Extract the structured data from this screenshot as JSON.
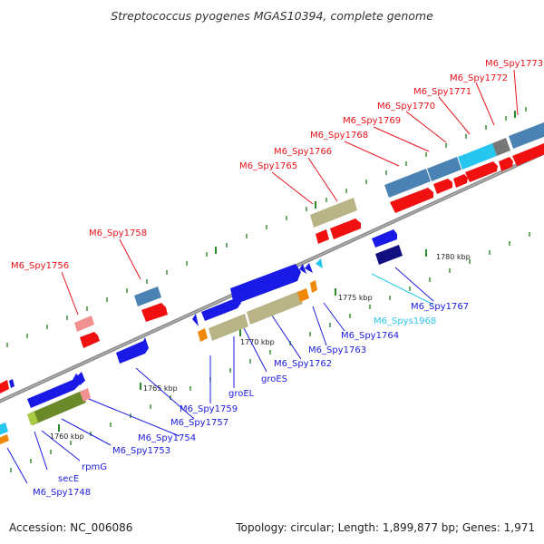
{
  "title": "Streptococcus pyogenes MGAS10394, complete genome",
  "accession": "Accession: NC_006086",
  "topology": "Topology: circular; Length: 1,899,877 bp; Genes: 1,971",
  "colors": {
    "red_label": "#e8141a",
    "blue_label": "#1c1ce0",
    "cyan_label": "#2ec8ee",
    "red_feature": "#f01010",
    "blue_feature": "#1a1ae6",
    "steel_feature": "#4a82b4",
    "khaki_feature": "#b8b486",
    "olive_feature": "#6a8a2a",
    "orange_feature": "#f0890a",
    "cyan_feature": "#26c6ee",
    "navy_feature": "#101080",
    "pink_feature": "#f09090",
    "backbone": "#888888",
    "tick": "#2a8a2a"
  },
  "scale_labels": [
    "1760 kbp",
    "1765 kbp",
    "1770 kbp",
    "1775 kbp",
    "1780 kbp"
  ],
  "labels_top": [
    "M6_Spy1756",
    "M6_Spy1758",
    "M6_Spy1765",
    "M6_Spy1766",
    "M6_Spy1768",
    "M6_Spy1769",
    "M6_Spy1770",
    "M6_Spy1771",
    "M6_Spy1772",
    "M6_Spy1773"
  ],
  "labels_bottom": [
    "M6_Spy1748",
    "secE",
    "rpmG",
    "M6_Spy1753",
    "M6_Spy1754",
    "M6_Spy1757",
    "M6_Spy1759",
    "groEL",
    "groES",
    "M6_Spy1762",
    "M6_Spy1763",
    "M6_Spy1764",
    "M6_Spys1968",
    "M6_Spy1767"
  ],
  "label_colors_bottom": [
    "blue",
    "blue",
    "blue",
    "blue",
    "blue",
    "blue",
    "blue",
    "blue",
    "blue",
    "blue",
    "blue",
    "blue",
    "cyan",
    "blue"
  ]
}
